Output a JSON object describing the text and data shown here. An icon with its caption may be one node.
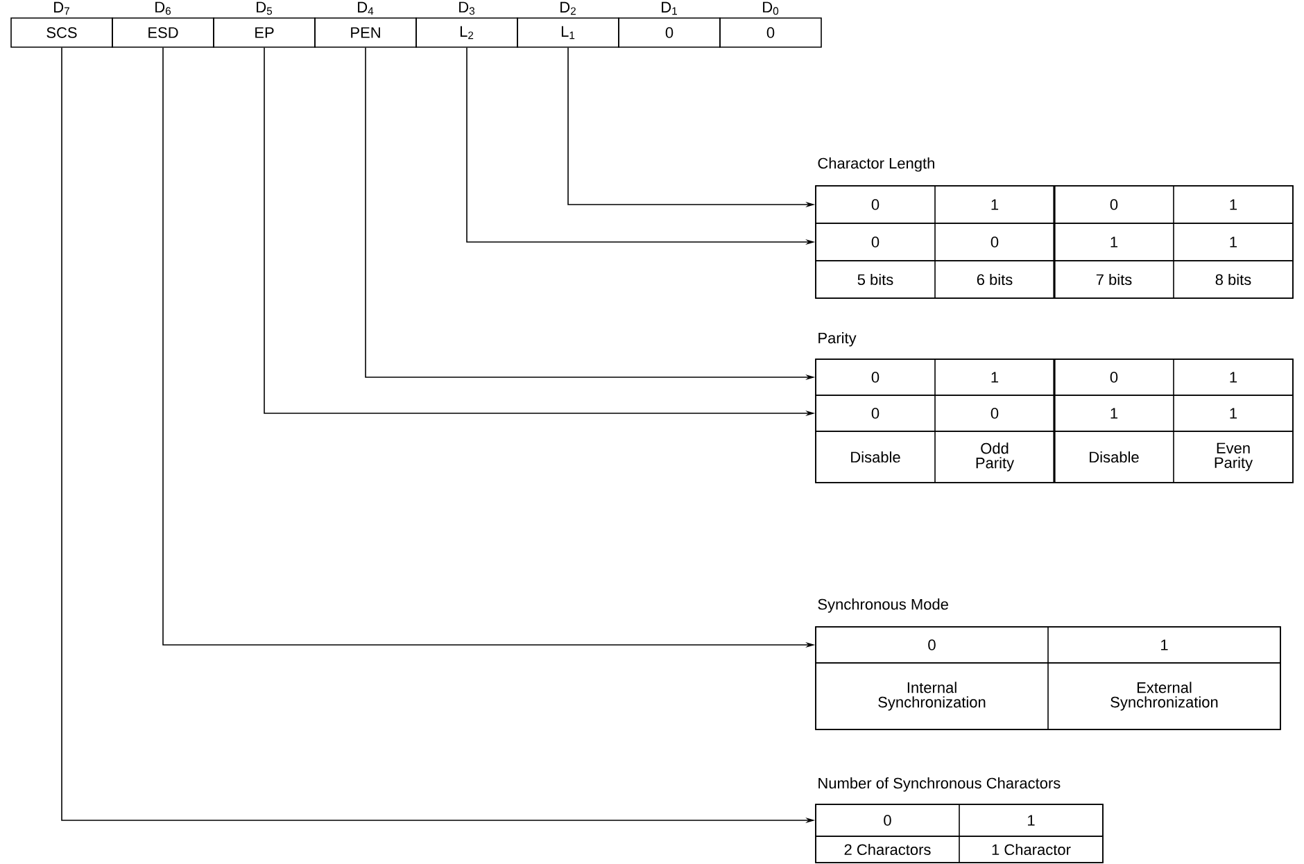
{
  "diagram": {
    "nodes": [
      {
        "text": [
          "SCS"
        ],
        "beside": [
          "D$_{7}$"
        ]
      },
      {
        "text": [
          "ESD"
        ],
        "beside": [
          "D$_{6}$"
        ]
      },
      {
        "text": [
          "EP"
        ],
        "beside": [
          "D$_{5}$"
        ]
      },
      {
        "text": [
          "PEN"
        ],
        "beside": [
          "D$_{4}$"
        ]
      },
      {
        "text": [
          "L$_{2}$"
        ],
        "beside": [
          "D$_{3}$"
        ]
      },
      {
        "text": [
          "L$_{1}$"
        ],
        "beside": [
          "D$_{2}$"
        ]
      },
      {
        "text": [
          "0"
        ],
        "beside": [
          "D$_{1}$"
        ]
      },
      {
        "text": [
          "0"
        ],
        "beside": [
          "D$_{0}$"
        ]
      },
      {
        "text": [
          "Charactor Length"
        ]
      },
      {
        "text": [
          "0",
          "1",
          "0",
          "1"
        ],
        "in": 8
      },
      {
        "text": [
          "0",
          "0",
          "1",
          "1"
        ],
        "in": 8
      },
      {
        "text": [
          "5 bits",
          "6 bits",
          "7 bits",
          "8 bits"
        ],
        "in": 8
      },
      {
        "text": [
          "Parity"
        ]
      },
      {
        "text": [
          "0",
          "1",
          "0",
          "1"
        ],
        "in": 12
      },
      {
        "text": [
          "0",
          "0",
          "1",
          "1"
        ],
        "in": 12
      },
      {
        "text": [
          "Disable",
          "Odd Parity",
          "Disable",
          "Even Parity"
        ],
        "in": 12
      },
      {
        "text": [
          "Synchronous Mode"
        ]
      },
      {
        "text": [
          "0",
          "1"
        ],
        "in": 16
      },
      {
        "text": [
          "Internal Synchronization",
          "External Synchronization"
        ],
        "in": 16
      },
      {
        "text": [
          "Number of Synchronous Charactors"
        ]
      },
      {
        "text": [
          "0",
          "1"
        ],
        "in": 19
      },
      {
        "text": [
          "2 Charactors",
          "1 Charactor"
        ],
        "in": 19
      }
    ],
    "edges": [
      {
        "from": 5,
        "to": 9,
        "arrow": "to"
      },
      {
        "from": 4,
        "to": 10,
        "arrow": "to"
      },
      {
        "from": 3,
        "to": 13,
        "arrow": "to"
      },
      {
        "from": 2,
        "to": 14,
        "arrow": "to"
      },
      {
        "from": 1,
        "to": 17,
        "arrow": "to"
      },
      {
        "from": 0,
        "to": 20,
        "arrow": "to"
      }
    ]
  }
}
